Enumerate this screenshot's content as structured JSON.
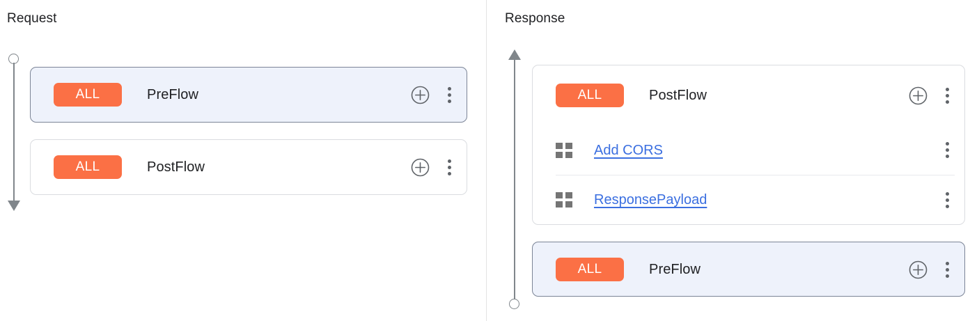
{
  "panels": {
    "request": {
      "title": "Request",
      "rail": {
        "start_marker": "circle",
        "end_marker": "arrow-down"
      },
      "flows": [
        {
          "badge": "ALL",
          "name": "PreFlow",
          "selected": true,
          "add_icon": "circle-plus-icon",
          "menu_icon": "kebab-menu-icon",
          "policies": []
        },
        {
          "badge": "ALL",
          "name": "PostFlow",
          "selected": false,
          "add_icon": "circle-plus-icon",
          "menu_icon": "kebab-menu-icon",
          "policies": []
        }
      ]
    },
    "response": {
      "title": "Response",
      "rail": {
        "start_marker": "arrow-up",
        "end_marker": "circle"
      },
      "flows": [
        {
          "badge": "ALL",
          "name": "PostFlow",
          "selected": false,
          "add_icon": "circle-plus-icon",
          "menu_icon": "kebab-menu-icon",
          "policies": [
            {
              "icon": "policy-grid-icon",
              "label": "Add CORS",
              "menu_icon": "kebab-menu-icon"
            },
            {
              "icon": "policy-grid-icon",
              "label": "ResponsePayload",
              "menu_icon": "kebab-menu-icon"
            }
          ]
        },
        {
          "badge": "ALL",
          "name": "PreFlow",
          "selected": true,
          "add_icon": "circle-plus-icon",
          "menu_icon": "kebab-menu-icon",
          "policies": []
        }
      ]
    }
  },
  "colors": {
    "badge_orange": "#fb7045",
    "link_blue": "#3b6fe0",
    "selected_card_bg": "#eef2fb",
    "selected_card_border": "#7b8496",
    "card_border": "#dadce0",
    "rail_gray": "#80868b",
    "policy_icon_gray": "#757575",
    "text_primary": "#202124"
  }
}
